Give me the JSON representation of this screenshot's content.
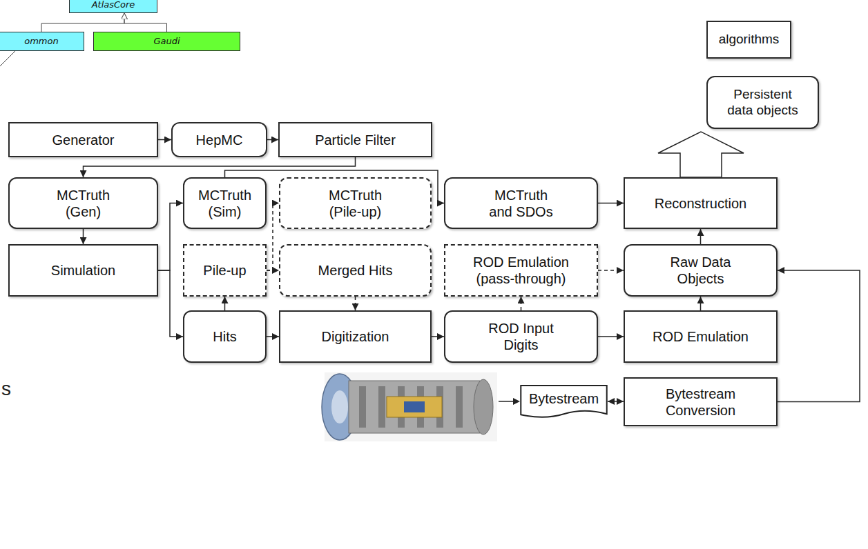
{
  "diagram": {
    "nodes": [
      {
        "text": [
          "AtlasCore"
        ]
      },
      {
        "text": [
          "ommon"
        ]
      },
      {
        "text": [
          "Gaudi"
        ]
      },
      {
        "text": [
          "algorithms"
        ]
      },
      {
        "text": [
          "Persistent data objects"
        ]
      },
      {
        "text": [
          "Generator"
        ]
      },
      {
        "text": [
          "HepMC"
        ]
      },
      {
        "text": [
          "Particle Filter"
        ]
      },
      {
        "text": [
          "MCTruth (Gen)"
        ]
      },
      {
        "text": [
          "MCTruth (Sim)"
        ]
      },
      {
        "text": [
          "MCTruth (Pile-up)"
        ]
      },
      {
        "text": [
          "MCTruth and SDOs"
        ]
      },
      {
        "text": [
          "Reconstruction"
        ]
      },
      {
        "text": [
          "Simulation"
        ]
      },
      {
        "text": [
          "Pile-up"
        ]
      },
      {
        "text": [
          "Merged Hits"
        ]
      },
      {
        "text": [
          "ROD Emulation (pass-through)"
        ]
      },
      {
        "text": [
          "Raw Data Objects"
        ]
      },
      {
        "text": [
          "Hits"
        ]
      },
      {
        "text": [
          "Digitization"
        ]
      },
      {
        "text": [
          "ROD Input Digits"
        ]
      },
      {
        "text": [
          "ROD Emulation"
        ]
      },
      {
        "text": [
          "Bytestream"
        ]
      },
      {
        "text": [
          "Bytestream Conversion"
        ]
      }
    ],
    "edges": [
      {
        "from": 1,
        "to": 0,
        "arrow": "to"
      },
      {
        "from": 2,
        "to": 0,
        "arrow": "to"
      },
      {
        "from": 5,
        "to": 6,
        "arrow": "to"
      },
      {
        "from": 6,
        "to": 7,
        "arrow": "to"
      },
      {
        "from": 7,
        "to": 8,
        "arrow": "to"
      },
      {
        "from": 8,
        "to": 13,
        "arrow": "to"
      },
      {
        "from": 13,
        "to": 9,
        "arrow": "to"
      },
      {
        "from": 13,
        "to": 18,
        "arrow": "to"
      },
      {
        "from": 9,
        "to": 11,
        "arrow": "to"
      },
      {
        "from": 18,
        "to": 14,
        "arrow": "to"
      },
      {
        "from": 14,
        "to": 10,
        "arrow": "to"
      },
      {
        "from": 14,
        "to": 15,
        "arrow": "to"
      },
      {
        "from": 15,
        "to": 19,
        "arrow": "to"
      },
      {
        "from": 18,
        "to": 19,
        "arrow": "to"
      },
      {
        "from": 19,
        "to": 20,
        "arrow": "to"
      },
      {
        "from": 20,
        "to": 16,
        "arrow": "to"
      },
      {
        "from": 20,
        "to": 21,
        "arrow": "to"
      },
      {
        "from": 16,
        "to": 17,
        "arrow": "to"
      },
      {
        "from": 21,
        "to": 17,
        "arrow": "to"
      },
      {
        "from": 17,
        "to": 12,
        "arrow": "to"
      },
      {
        "from": 11,
        "to": 12,
        "arrow": "to"
      },
      {
        "from": 22,
        "to": 23,
        "arrow": "both"
      },
      {
        "from": 23,
        "to": 17,
        "arrow": "to"
      }
    ],
    "labels": [
      "s"
    ]
  }
}
